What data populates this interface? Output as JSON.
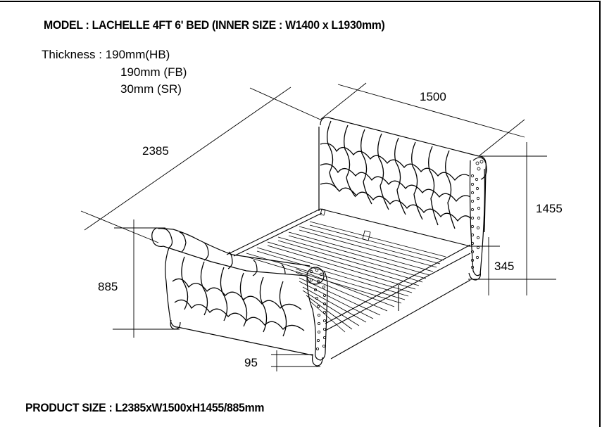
{
  "title": "MODEL : LACHELLE 4FT 6' BED (INNER SIZE : W1400 x L1930mm)",
  "thickness": {
    "label": "Thickness : 190mm(HB)",
    "footboard": "190mm (FB)",
    "side_rail": "30mm (SR)"
  },
  "dimensions": {
    "width": "1500",
    "length": "2385",
    "headboard_height": "1455",
    "footboard_height": "885",
    "side_rail_height": "345",
    "leg_height": "95"
  },
  "product_size": "PRODUCT SIZE : L2385xW1500xH1455/885mm",
  "colors": {
    "line": "#000000",
    "background": "#ffffff"
  }
}
